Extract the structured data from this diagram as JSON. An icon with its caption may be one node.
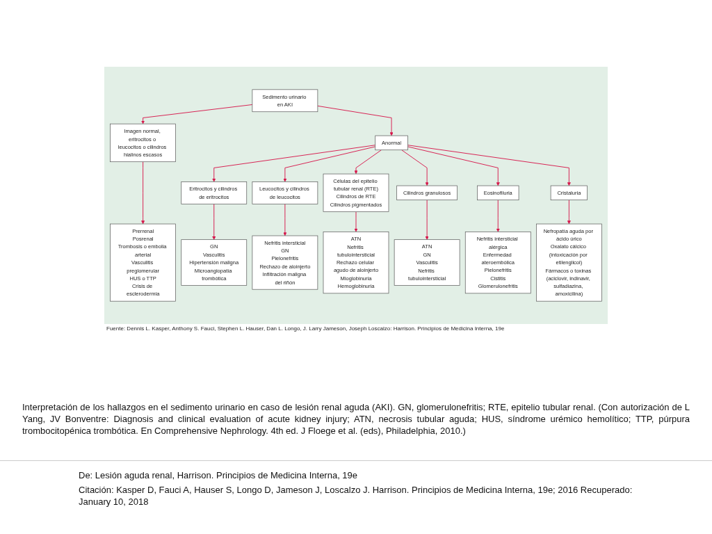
{
  "diagram": {
    "caption": "Interpretación de los hallazgos en el sedimento urinario en caso de lesión renal aguda (AKI). GN, glomerulonefritis; RTE, epitelio tubular renal. (Con autorización de L Yang, JV Bonventre: Diagnosis and clinical evaluation of acute kidney injury; ATN, necrosis tubular aguda; HUS, síndrome urémico hemolítico; TTP, púrpura trombocitopénica trombótica. En Comprehensive Nephrology. 4th ed. J Floege et al. (eds), Philadelphia, 2010.)",
    "nodes": [
      {
        "text": [
          "Sedimento urinario en AKI"
        ]
      },
      {
        "text": [
          "Imagen normal, eritrocitos o leucocitos o cilindros hialinos escasos"
        ]
      },
      {
        "text": [
          "Anormal"
        ]
      },
      {
        "text": [
          "Eritrocitos y cilindros de eritrocitos"
        ]
      },
      {
        "text": [
          "Leucocitos y cilindros de leucocitos"
        ]
      },
      {
        "text": [
          "Células del epitelio tubular renal (RTE)",
          "Cilindros de RTE",
          "Cilindros pigmentados"
        ]
      },
      {
        "text": [
          "Cilindros granulosos"
        ]
      },
      {
        "text": [
          "Eosinofiluria"
        ]
      },
      {
        "text": [
          "Cristaluria"
        ]
      },
      {
        "text": [
          "Prerrenal",
          "Posrenal",
          "Trombosis o embolia arterial",
          "Vasculitis preglomerular",
          "HUS o TTP",
          "Crisis de esclerodermia"
        ]
      },
      {
        "text": [
          "GN",
          "Vasculitis",
          "Hipertensión maligna",
          "Microangiopatía trombótica"
        ]
      },
      {
        "text": [
          "Nefritis intersticial",
          "GN",
          "Pielonefritis",
          "Rechazo de aloinjerto",
          "Infiltración maligna del riñón"
        ]
      },
      {
        "text": [
          "ATN",
          "Nefritis tubulointersticial",
          "Rechazo celular agudo de aloinjerto",
          "Mioglobinuria",
          "Hemoglobinuria"
        ]
      },
      {
        "text": [
          "ATN",
          "GN",
          "Vasculitis",
          "Nefritis tubulointersticial"
        ]
      },
      {
        "text": [
          "Nefritis intersticial alérgica",
          "Enfermedad ateroembólica",
          "Pielonefritis",
          "Cistitis",
          "Glomerulonefritis"
        ]
      },
      {
        "text": [
          "Nefropatía aguda por ácido úrico",
          "Oxalato cálcico (intoxicación por etilenglicol)",
          "Fármacos o toxinas (aciclovir, indinavir, sulfadiazina, amoxicilina)"
        ]
      }
    ],
    "edges": [
      {
        "from": 0,
        "to": 1,
        "arrow": "to"
      },
      {
        "from": 0,
        "to": 2,
        "arrow": "to"
      },
      {
        "from": 2,
        "to": 3,
        "arrow": "to"
      },
      {
        "from": 2,
        "to": 4,
        "arrow": "to"
      },
      {
        "from": 2,
        "to": 5,
        "arrow": "to"
      },
      {
        "from": 2,
        "to": 6,
        "arrow": "to"
      },
      {
        "from": 2,
        "to": 7,
        "arrow": "to"
      },
      {
        "from": 2,
        "to": 8,
        "arrow": "to"
      },
      {
        "from": 1,
        "to": 9,
        "arrow": "to"
      },
      {
        "from": 3,
        "to": 10,
        "arrow": "to"
      },
      {
        "from": 4,
        "to": 11,
        "arrow": "to"
      },
      {
        "from": 5,
        "to": 12,
        "arrow": "to"
      },
      {
        "from": 6,
        "to": 13,
        "arrow": "to"
      },
      {
        "from": 7,
        "to": 14,
        "arrow": "to"
      },
      {
        "from": 8,
        "to": 15,
        "arrow": "to"
      }
    ],
    "labels": [
      "Fuente: Dennis L. Kasper, Anthony S. Fauci, Stephen L. Hauser, Dan L. Longo, J. Larry Jameson, Joseph Loscalzo: Harrison. Principios de Medicina Interna, 19e",
      "De: Lesión aguda renal, Harrison. Principios de Medicina Interna, 19e",
      "Citación: Kasper D, Fauci A, Hauser S, Longo D, Jameson J, Loscalzo J. Harrison. Principios de Medicina Interna, 19e; 2016 Recuperado: January 10, 2018"
    ]
  }
}
